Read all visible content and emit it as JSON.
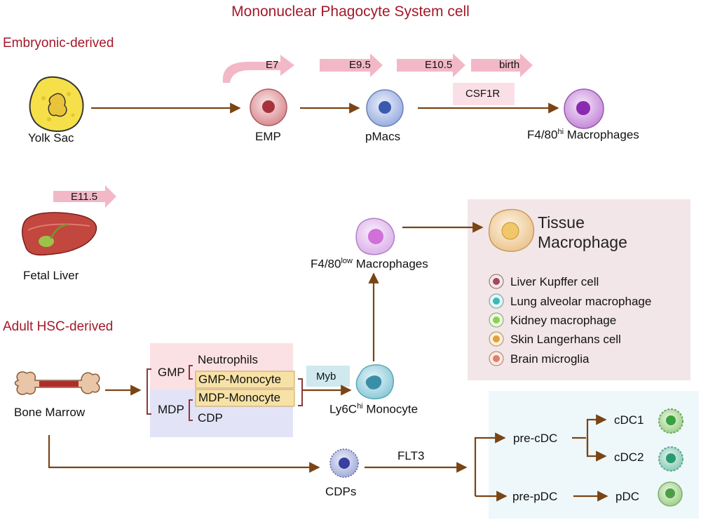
{
  "title": "Mononuclear Phagocyte System cell",
  "sections": {
    "embryonic": "Embryonic-derived",
    "adult": "Adult HSC-derived"
  },
  "sources": {
    "yolk_sac": "Yolk Sac",
    "fetal_liver": "Fetal Liver",
    "bone_marrow": "Bone Marrow"
  },
  "timeline": [
    "E7",
    "E9.5",
    "E10.5",
    "birth"
  ],
  "fetal_stage": "E11.5",
  "factors": {
    "csf1r": "CSF1R",
    "myb": "Myb",
    "flt3": "FLT3"
  },
  "cells": {
    "emp": "EMP",
    "pmacs": "pMacs",
    "f480hi_pre": "F4/80",
    "f480hi_sup": "hi",
    "f480hi_post": " Macrophages",
    "f480low_pre": "F4/80",
    "f480low_sup": "low",
    "f480low_post": " Macrophages",
    "ly6c_pre": "Ly6C",
    "ly6c_sup": "hi",
    "ly6c_post": "  Monocyte",
    "cdps": "CDPs"
  },
  "progenitors": {
    "gmp": "GMP",
    "mdp": "MDP",
    "neutrophils": "Neutrophils",
    "gmp_monocyte": "GMP-Monocyte",
    "mdp_monocyte": "MDP-Monocyte",
    "cdp": "CDP"
  },
  "tissue": {
    "title_line1": "Tissue",
    "title_line2": "Macrophage",
    "items": [
      {
        "label": "Liver Kupffer cell",
        "color": "#a04a5a"
      },
      {
        "label": "Lung alveolar macrophage",
        "color": "#3bb8b8"
      },
      {
        "label": "Kidney macrophage",
        "color": "#8bd14e"
      },
      {
        "label": "Skin Langerhans cell",
        "color": "#e0a03a"
      },
      {
        "label": "Brain microglia",
        "color": "#e0806a"
      }
    ]
  },
  "dc": {
    "pre_cdc": "pre-cDC",
    "pre_pdc": "pre-pDC",
    "cdc1": "cDC1",
    "cdc2": "cDC2",
    "pdc": "pDC"
  },
  "colors": {
    "arrow": "#7a4414",
    "title": "#a3192a",
    "tag": "#f0b6c6",
    "tissue_bg": "#f3e6e8",
    "dc_bg": "#eef8fb",
    "gmp_bg": "#fbe1e4",
    "mdp_bg": "#e3e3f8",
    "mono_box": "#f7e2a6",
    "myb_bg": "#cfe9ee"
  }
}
